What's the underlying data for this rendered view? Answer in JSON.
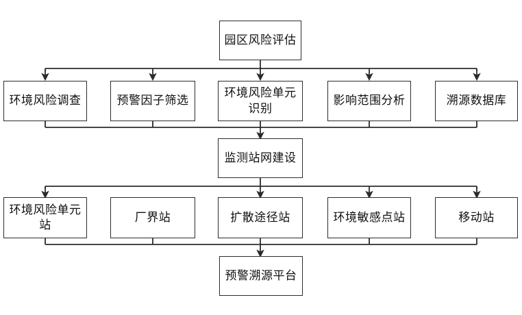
{
  "diagram": {
    "type": "flowchart",
    "title_text": "园区风险评估",
    "orientation": "top-down",
    "background_color": "#ffffff",
    "line_color": "#2b2b2b",
    "text_color": "#101010",
    "levels": [
      {
        "level_name": "level-1-assessment",
        "nodes": [
          {
            "id": "n1",
            "label": "园区风险评估"
          }
        ]
      },
      {
        "level_name": "level-2-risk-analysis",
        "nodes": [
          {
            "id": "n2",
            "label": "环境风险调查"
          },
          {
            "id": "n3",
            "label": "预警因子筛选"
          },
          {
            "id": "n4",
            "label": "环境风险单元识别"
          },
          {
            "id": "n5",
            "label": "影响范围分析"
          },
          {
            "id": "n6",
            "label": "溯源数据库"
          }
        ]
      },
      {
        "level_name": "level-3-network-construction",
        "nodes": [
          {
            "id": "n7",
            "label": "监测站网建设"
          }
        ]
      },
      {
        "level_name": "level-4-stations",
        "nodes": [
          {
            "id": "n8",
            "label": "环境风险单元站"
          },
          {
            "id": "n9",
            "label": "厂界站"
          },
          {
            "id": "n10",
            "label": "扩散途径站"
          },
          {
            "id": "n11",
            "label": "环境敏感点站"
          },
          {
            "id": "n12",
            "label": "移动站"
          }
        ]
      },
      {
        "level_name": "level-5-platform",
        "nodes": [
          {
            "id": "n13",
            "label": "预警溯源平台"
          }
        ]
      }
    ]
  }
}
